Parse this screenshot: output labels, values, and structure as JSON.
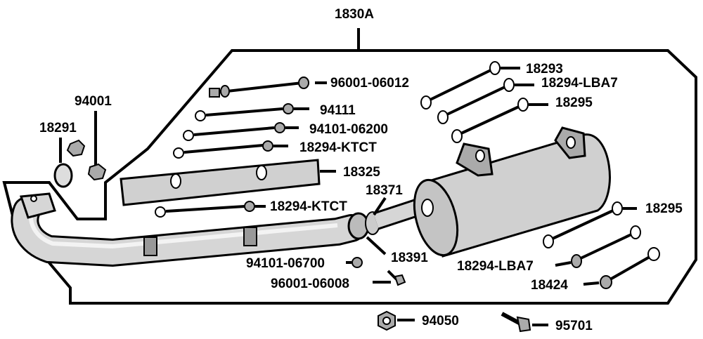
{
  "diagram": {
    "assembly_label": "1830A",
    "parts": {
      "p96001_06012": "96001-06012",
      "p94001": "94001",
      "p18291": "18291",
      "p94111": "94111",
      "p94101_06200": "94101-06200",
      "p18294_ktct_top": "18294-KTCT",
      "p18325": "18325",
      "p18371": "18371",
      "p18294_ktct_mid": "18294-KTCT",
      "p18293": "18293",
      "p18294_lba7_top": "18294-LBA7",
      "p18295_top": "18295",
      "p18295_right": "18295",
      "p18391": "18391",
      "p94101_06700": "94101-06700",
      "p96001_06008": "96001-06008",
      "p18294_lba7_bot": "18294-LBA7",
      "p18424": "18424",
      "p94050": "94050",
      "p95701": "95701"
    }
  }
}
